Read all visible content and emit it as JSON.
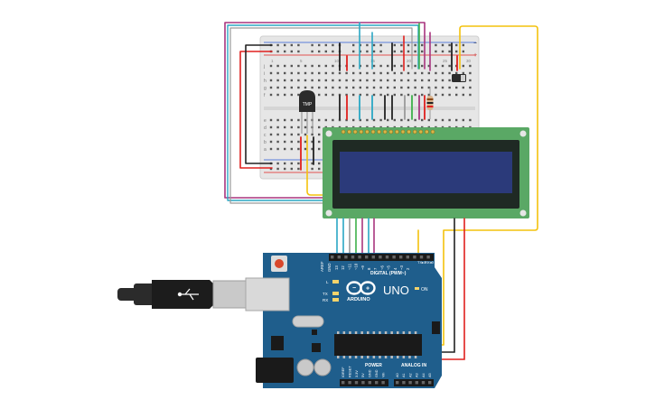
{
  "breadboard": {
    "row_letters_top": [
      "j",
      "i",
      "h",
      "g",
      "f"
    ],
    "row_letters_bottom": [
      "e",
      "d",
      "c",
      "b",
      "a"
    ],
    "column_labels": [
      "1",
      "5",
      "10",
      "15",
      "20",
      "25",
      "30"
    ],
    "rail_plus": "+",
    "rail_minus": "−"
  },
  "sensor": {
    "label": "TMP"
  },
  "lcd": {
    "pin_count": 16
  },
  "arduino": {
    "brand": "ARDUINO",
    "model": "UNO",
    "on_label": "ON",
    "digital_header": "DIGITAL (PWM~)",
    "analog_header": "ANALOG IN",
    "power_header": "POWER",
    "aref_label": "AREF",
    "gnd_label": "GND",
    "led_l": "L",
    "led_tx": "TX",
    "led_rx": "RX",
    "tx_pin": "TX▸1",
    "rx_pin": "RX◂0",
    "digital_pins": [
      "13",
      "12",
      "~11",
      "~10",
      "~9",
      "8",
      "7",
      "~6",
      "~5",
      "4",
      "~3",
      "2"
    ],
    "power_pins": [
      "IOREF",
      "RESET",
      "3.3V",
      "5V",
      "GND",
      "GND",
      "Vin"
    ],
    "analog_pins": [
      "A0",
      "A1",
      "A2",
      "A3",
      "A4",
      "A5"
    ]
  },
  "colors": {
    "board_blue": "#1f5e8c",
    "lcd_green": "#5aa865",
    "lcd_screen": "#2b3a7a",
    "wire_red": "#e0201e",
    "wire_black": "#222222",
    "wire_yellow": "#f4c20d",
    "wire_purple": "#a8357f",
    "wire_cyan": "#2aa7c4",
    "wire_green": "#3db04a",
    "wire_gray": "#9a9a9a"
  }
}
